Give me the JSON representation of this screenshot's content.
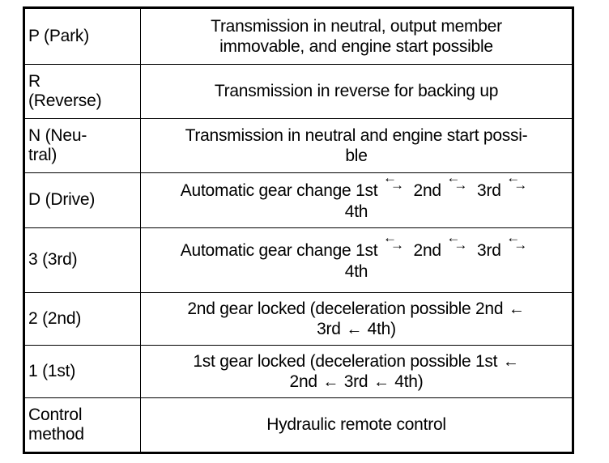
{
  "document": {
    "type": "automatic-transmission-range-selector-table",
    "background_color": "#ffffff",
    "text_color": "#000000",
    "border_color": "#000000"
  },
  "table": {
    "columns": 2,
    "column_headers_visible": false,
    "rows": [
      {
        "range": "P (Park)",
        "description_lines": [
          "Transmission in neutral, output member",
          "immovable, and engine start possible"
        ]
      },
      {
        "range_line1": "R",
        "range_line2": "(Reverse)",
        "range": "R (Reverse)",
        "description_lines": [
          "Transmission in reverse for backing up"
        ]
      },
      {
        "range_line1": "N (Neu-",
        "range_line2": "tral)",
        "range": "N (Neutral)",
        "description_lines": [
          "Transmission in neutral and engine start possi-",
          "ble"
        ]
      },
      {
        "range": "D (Drive)",
        "description_prefix": "Automatic gear change 1st",
        "gears": [
          "1st",
          "2nd",
          "3rd",
          "4th"
        ],
        "arrow_type": "bidirectional-stacked",
        "arrow_up": "←",
        "arrow_down": "→",
        "description_text": "Automatic gear change 1st ←→ 2nd ←→ 3rd ←→ 4th",
        "description_last_line": "4th"
      },
      {
        "range": "3 (3rd)",
        "description_prefix": "Automatic gear change 1st",
        "gears": [
          "1st",
          "2nd",
          "3rd",
          "4th"
        ],
        "arrow_type": "bidirectional-stacked",
        "arrow_up": "←",
        "arrow_down": "→",
        "description_text": "Automatic gear change 1st ←→ 2nd ←→ 3rd ←→ 4th",
        "description_last_line": "4th"
      },
      {
        "range": "2 (2nd)",
        "description_prefix": "2nd gear locked (deceleration possible 2nd",
        "arrow_type": "single-left",
        "arrow": "←",
        "description_text": "2nd gear locked (deceleration possible 2nd ← 3rd ← 4th)",
        "seq": [
          "2nd",
          "3rd",
          "4th"
        ],
        "line2_a": "3rd",
        "line2_b": "4th)"
      },
      {
        "range": "1 (1st)",
        "description_prefix": "1st gear locked (deceleration possible 1st",
        "arrow_type": "single-left",
        "arrow": "←",
        "description_text": "1st gear locked (deceleration possible 1st ← 2nd ← 3rd ← 4th)",
        "seq": [
          "1st",
          "2nd",
          "3rd",
          "4th"
        ],
        "line2_a": "2nd",
        "line2_b": "3rd",
        "line2_c": "4th)"
      },
      {
        "range_line1": "Control",
        "range_line2": "method",
        "range": "Control method",
        "description_lines": [
          "Hydraulic remote control"
        ]
      }
    ]
  }
}
